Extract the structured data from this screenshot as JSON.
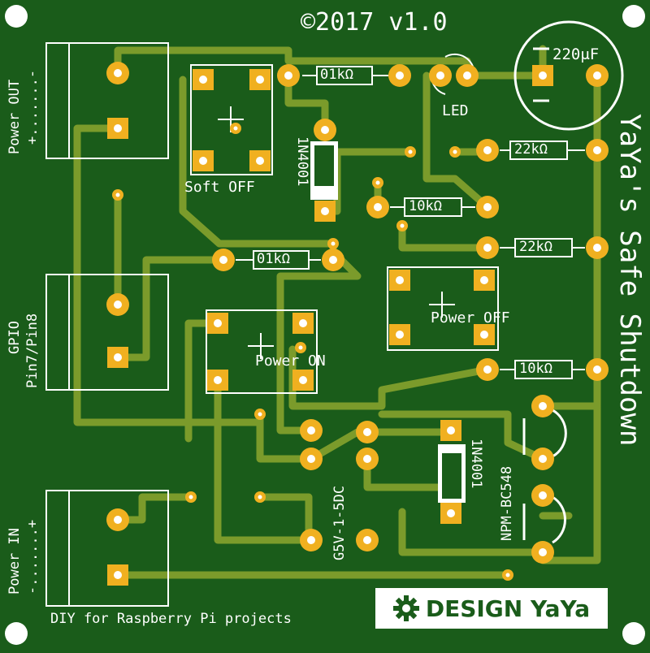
{
  "board": {
    "copyright": "©2017 v1.0",
    "title": "YaYa's Safe Shutdown",
    "footer": "DIY for Raspberry Pi projects",
    "logo": "DESIGN YaYa",
    "connectors": {
      "power_out": {
        "label": "Power OUT",
        "polarity": "+.......-"
      },
      "gpio": {
        "label": "GPIO",
        "sublabel": "Pin7/Pin8"
      },
      "power_in": {
        "label": "Power IN",
        "polarity": "-.......+"
      }
    },
    "switches": {
      "soft_off": "Soft OFF",
      "power_on": "Power ON",
      "power_off": "Power OFF"
    },
    "components": {
      "r1": "01kΩ",
      "r2": "01kΩ",
      "r3": "10kΩ",
      "r4": "10kΩ",
      "r5": "22kΩ",
      "r6": "22kΩ",
      "led": "LED",
      "cap": "220μF",
      "diode1": "1N4001",
      "diode2": "1N4001",
      "relay": "G5V-1-5DC",
      "transistor": "NPM-BC548"
    }
  },
  "colors": {
    "board": "#1a5c1a",
    "trace": "#7a9a2a",
    "pad_ring": "#f0b020",
    "pad_center": "#ffffff",
    "silkscreen": "#ffffff"
  }
}
